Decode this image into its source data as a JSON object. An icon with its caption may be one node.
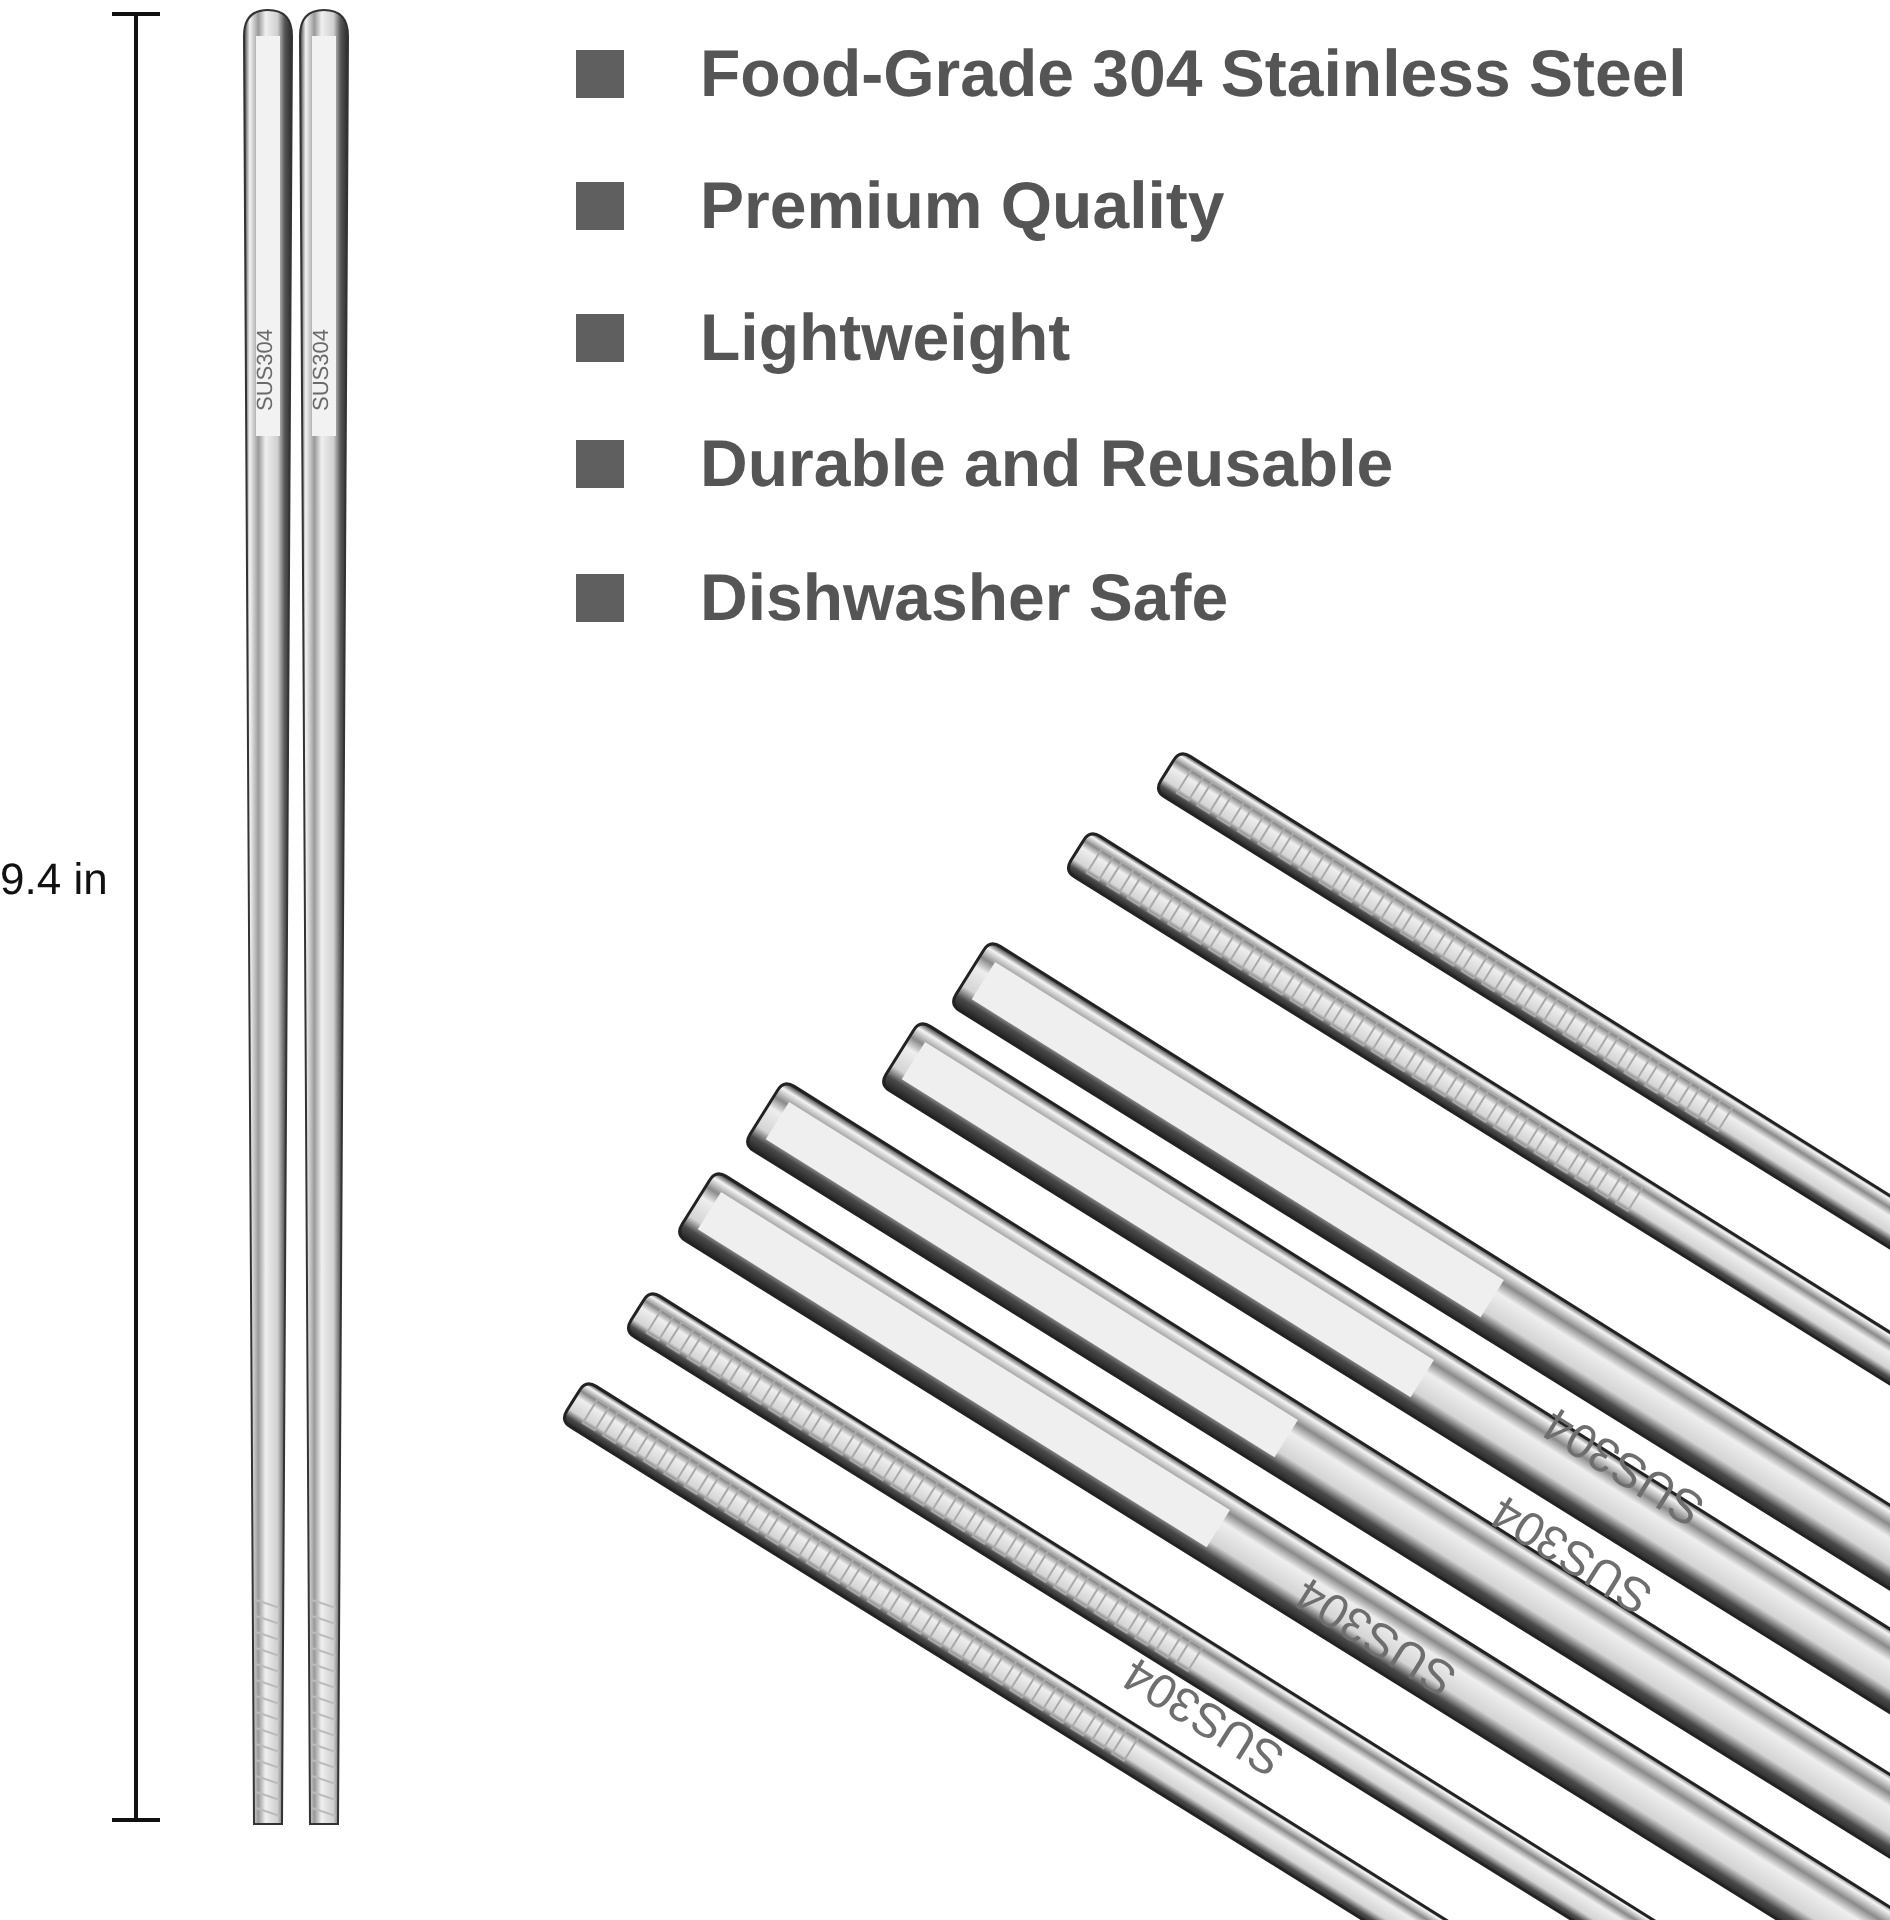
{
  "diagram": {
    "labels": [
      "SUS304",
      "SUS304",
      "Food-Grade 304 Stainless Steel",
      "Premium Quality",
      "Lightweight",
      "Durable and Reusable",
      "Dishwasher Safe",
      "9.4 in",
      "SUS304",
      "SUS304",
      "SUS304",
      "SUS304"
    ]
  }
}
